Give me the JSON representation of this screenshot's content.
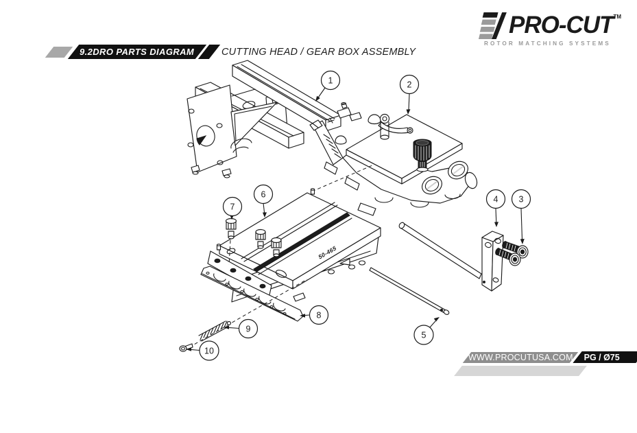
{
  "logo": {
    "brand": "PRO-CUT",
    "trademark": "TM",
    "tagline": "ROTOR MATCHING SYSTEMS"
  },
  "header": {
    "section": "9.2DRO PARTS DIAGRAM",
    "title": "CUTTING HEAD / GEAR BOX ASSEMBLY"
  },
  "diagram": {
    "engraving": "50-465",
    "callouts": [
      "1",
      "2",
      "3",
      "4",
      "5",
      "6",
      "7",
      "8",
      "9",
      "10"
    ]
  },
  "footer": {
    "website": "WWW.PROCUTUSA.COM",
    "page": "PG / Ø75"
  }
}
